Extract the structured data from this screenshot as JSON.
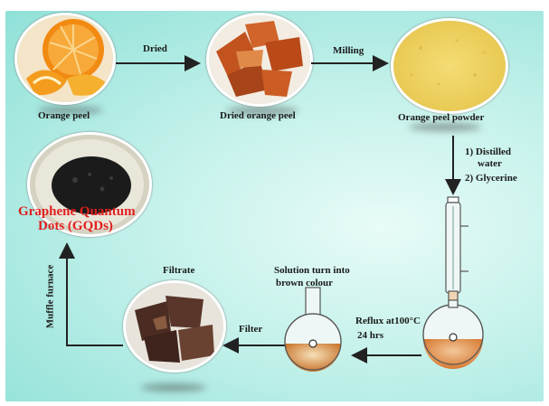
{
  "steps": {
    "orange_peel": "Orange peel",
    "dried_orange_peel": "Dried orange peel",
    "orange_peel_powder": "Orange peel powder",
    "filtrate": "Filtrate",
    "solution": [
      "Solution turn into",
      "brown colour"
    ],
    "gqds": [
      "Graphene Quantum",
      "Dots (GQDs)"
    ]
  },
  "arrows": {
    "dried": "Dried",
    "milling": "Milling",
    "reagents": [
      "1) Distilled",
      "water",
      "2) Glycerine"
    ],
    "reflux": [
      "Reflux at100°C",
      "24 hrs"
    ],
    "filter": "Filter",
    "muffle": "Muffle furnace"
  },
  "colors": {
    "gqd_label": "#e0201e",
    "arrow": "#222222",
    "background": "#b8efe8"
  }
}
